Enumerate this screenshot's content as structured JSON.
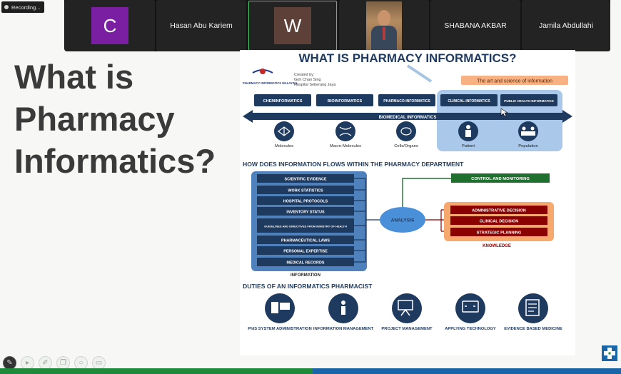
{
  "recording": {
    "label": "Recording..."
  },
  "participants": [
    {
      "initial": "C",
      "name": "",
      "color": "#7b1fa2"
    },
    {
      "initial": "",
      "name": "Hasan Abu Kariem"
    },
    {
      "initial": "W",
      "name": "",
      "color": "#5d4037"
    },
    {
      "initial": "",
      "name": ""
    },
    {
      "initial": "",
      "name": "SHABANA AKBAR"
    },
    {
      "initial": "",
      "name": "Jamila Abdullahi"
    }
  ],
  "slide": {
    "title": "What is Pharmacy Informatics?"
  },
  "infographic": {
    "heading": "WHAT IS PHARMACY INFORMATICS?",
    "org": "PHARMACY INFORMATICS MALAYSIA",
    "created_by": "Created by:",
    "author": "Goh Chan Sing",
    "hospital": "Hospital Seberang Jaya",
    "tagline": "The art and science of information",
    "fields": [
      "CHEMINFORMATICS",
      "BIOINFORMATICS",
      "PHARMACO-INFORMATICS",
      "CLINICAL-INFORMATICS",
      "PUBLIC HEALTH-INFORMATICS"
    ],
    "arrow_label": "BIOMEDICAL INFORMATICS",
    "scales": [
      "Molecules",
      "Macro-Molecules",
      "Cells/Organs",
      "Patient",
      "Population"
    ],
    "flow_heading": "HOW DOES INFORMATION FLOWS WITHIN THE PHARMACY DEPARTMENT",
    "inputs": [
      "SCIENTIFIC EVIDENCE",
      "WORK STATISTICS",
      "HOSPITAL PROTOCOLS",
      "INVENTORY STATUS",
      "GUIDELINES AND DIRECTIVES FROM MINISTRY OF HEALTH",
      "PHARMACEUTICAL LAWS",
      "PERSONAL EXPERTISE",
      "MEDICAL RECORDS"
    ],
    "information_label": "INFORMATION",
    "analysis": "ANALYSIS",
    "control": "CONTROL AND MONITORING",
    "decisions": [
      "ADMINISTRATIVE DECISION",
      "CLINICAL DECISION",
      "STRATEGIC PLANNING"
    ],
    "knowledge_label": "KNOWLEDGE",
    "duties_heading": "DUTIES OF AN INFORMATICS PHARMACIST",
    "duties": [
      "PhIS SYSTEM ADMINISTRATION",
      "INFORMATION MANAGEMENT",
      "PROJECT MANAGEMENT",
      "APPLYING TECHNOLOGY",
      "EVIDENCE BASED MEDICINE"
    ]
  },
  "toolbar": {
    "icons": [
      "pen-icon",
      "play-icon",
      "edit-icon",
      "copy-icon",
      "zoom-icon",
      "present-icon"
    ]
  },
  "colors": {
    "accent_green": "#1f8a3a",
    "accent_blue": "#1a64a8",
    "navy": "#1f3a5f",
    "dark_red": "#8b0000",
    "orange": "#f4a261"
  }
}
